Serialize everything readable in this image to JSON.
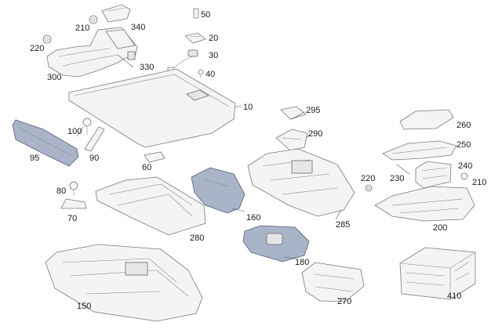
{
  "labels": {
    "p10": "10",
    "p20": "20",
    "p30": "30",
    "p40": "40",
    "p50": "50",
    "p60": "60",
    "p70": "70",
    "p80": "80",
    "p90": "90",
    "p95": "95",
    "p100": "100",
    "p150": "150",
    "p160": "160",
    "p180": "180",
    "p200": "200",
    "p210a": "210",
    "p210b": "210",
    "p220a": "220",
    "p220b": "220",
    "p230": "230",
    "p240": "240",
    "p250": "250",
    "p260": "260",
    "p270": "270",
    "p280": "280",
    "p285": "285",
    "p290": "290",
    "p295": "295",
    "p300": "300",
    "p330": "330",
    "p340": "340",
    "p410": "410"
  },
  "colors": {
    "highlight": "#a9b4c8",
    "line": "#7a7a7a"
  }
}
